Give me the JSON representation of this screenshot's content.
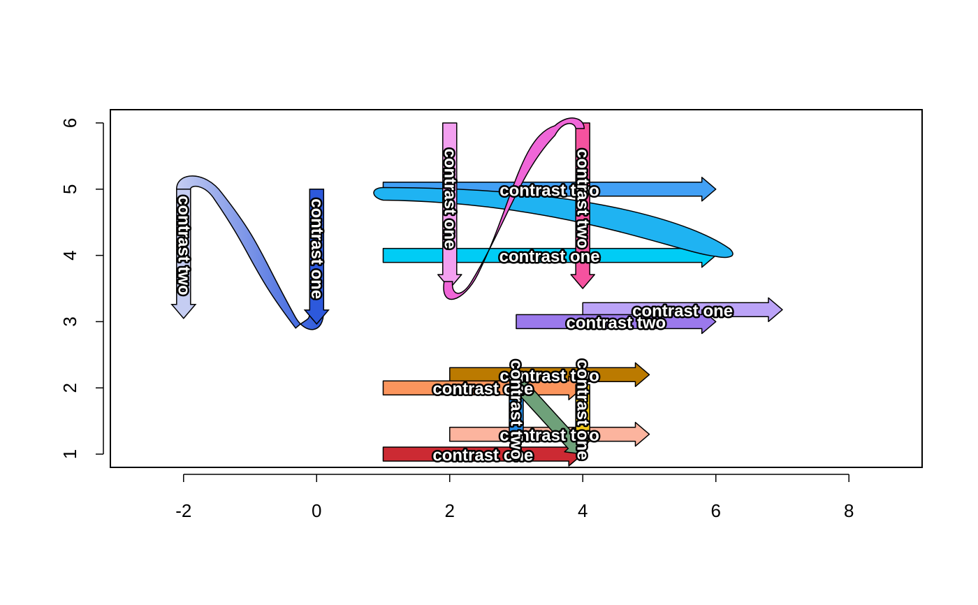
{
  "chart_data": {
    "type": "scatter",
    "title": "",
    "xlabel": "",
    "ylabel": "",
    "xlim": [
      -3.1,
      9.1
    ],
    "ylim": [
      0.8,
      6.2
    ],
    "x_ticks": [
      -2,
      0,
      2,
      4,
      6,
      8
    ],
    "y_ticks": [
      1,
      2,
      3,
      4,
      5,
      6
    ],
    "grid": false,
    "legend": "none",
    "arrows": [
      {
        "kind": "bent",
        "from": [
          -2,
          3.05
        ],
        "to": [
          0,
          3.05
        ],
        "bend": "s-curve",
        "label_one": "contrast two",
        "label_two": "contrast one",
        "color_start": "#c5cdf2",
        "color_end": "#2d59dc"
      },
      {
        "kind": "straight",
        "from": [
          1,
          5
        ],
        "to": [
          6,
          5
        ],
        "label": "contrast two",
        "color": "#42a0f5"
      },
      {
        "kind": "straight",
        "from": [
          1,
          4
        ],
        "to": [
          6,
          4
        ],
        "label": "contrast one",
        "color": "#00ccf5"
      },
      {
        "kind": "loop",
        "from": [
          1,
          4.95
        ],
        "to": [
          6.1,
          4.05
        ],
        "color": "#1fb3f2"
      },
      {
        "kind": "straight",
        "from": [
          2,
          6
        ],
        "to": [
          2,
          3.5
        ],
        "label": "contrast one",
        "color": "#f3a0f0"
      },
      {
        "kind": "straight",
        "from": [
          4,
          6
        ],
        "to": [
          4,
          3.5
        ],
        "label": "contrast two",
        "color": "#f5529f"
      },
      {
        "kind": "curve",
        "from": [
          2,
          3.5
        ],
        "to": [
          4,
          6
        ],
        "color": "#f066d8"
      },
      {
        "kind": "straight",
        "from": [
          4,
          3.18
        ],
        "to": [
          7,
          3.18
        ],
        "label": "contrast one",
        "color": "#bba3f7"
      },
      {
        "kind": "straight",
        "from": [
          3,
          3
        ],
        "to": [
          6,
          3
        ],
        "label": "contrast two",
        "color": "#9b79ec"
      },
      {
        "kind": "straight",
        "from": [
          2,
          2.2
        ],
        "to": [
          5,
          2.2
        ],
        "label": "contrast two",
        "color": "#bb7a00"
      },
      {
        "kind": "straight",
        "from": [
          1,
          2
        ],
        "to": [
          4,
          2
        ],
        "label": "contrast one",
        "color": "#fb955d"
      },
      {
        "kind": "straight",
        "from": [
          2,
          1.3
        ],
        "to": [
          5,
          1.3
        ],
        "label": "contrast two",
        "color": "#fcb49e"
      },
      {
        "kind": "straight",
        "from": [
          1,
          1
        ],
        "to": [
          4,
          1
        ],
        "label": "contrast one",
        "color": "#cc2a33"
      },
      {
        "kind": "straight",
        "from": [
          3,
          2.05
        ],
        "to": [
          3,
          1.08
        ],
        "label": "contrast two",
        "color": "#1f86e0"
      },
      {
        "kind": "straight",
        "from": [
          4,
          2.05
        ],
        "to": [
          4,
          1.08
        ],
        "label": "contrast one",
        "color": "#f2c81a"
      },
      {
        "kind": "straight",
        "from": [
          3,
          2.1
        ],
        "to": [
          4,
          1
        ],
        "color": "#6fa17a"
      }
    ]
  }
}
